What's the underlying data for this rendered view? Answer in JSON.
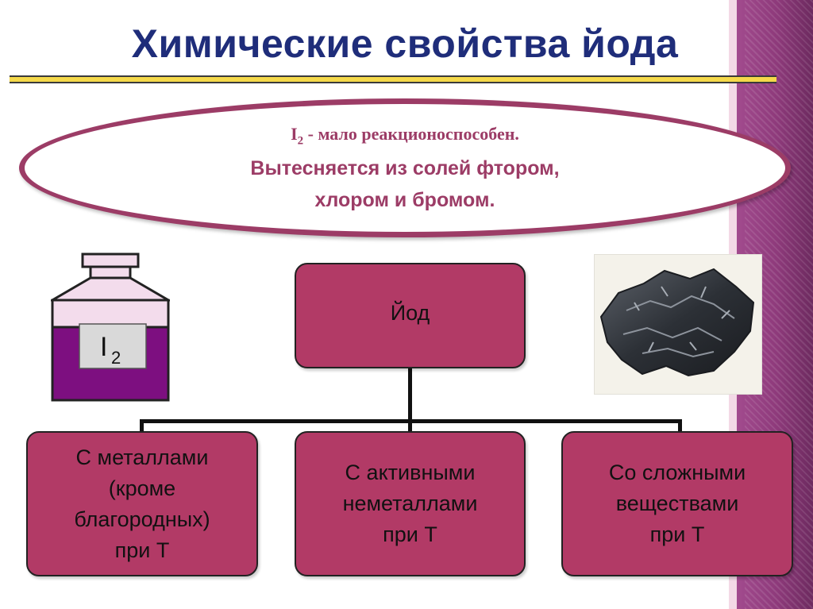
{
  "slide": {
    "title": "Химические свойства йода"
  },
  "callout": {
    "formula_symbol": "I",
    "formula_subscript": "2",
    "line1_rest": " - мало реакционоспособен.",
    "line2": "Вытесняется из солей фтором,",
    "line3": "хлором и бромом."
  },
  "jar": {
    "label_symbol": "I",
    "label_subscript": "2"
  },
  "diagram": {
    "root": "Йод",
    "children": [
      {
        "lines": [
          "С металлами",
          "(кроме",
          "благородных)",
          "при Т"
        ]
      },
      {
        "lines": [
          "С активными",
          "неметаллами",
          "при Т"
        ]
      },
      {
        "lines": [
          "Со сложными",
          "веществами",
          "при Т"
        ]
      }
    ]
  },
  "colors": {
    "title": "#1f2d7a",
    "accent": "#9c3c66",
    "box_fill": "#b23a66",
    "liquid": "#7d0f80"
  }
}
